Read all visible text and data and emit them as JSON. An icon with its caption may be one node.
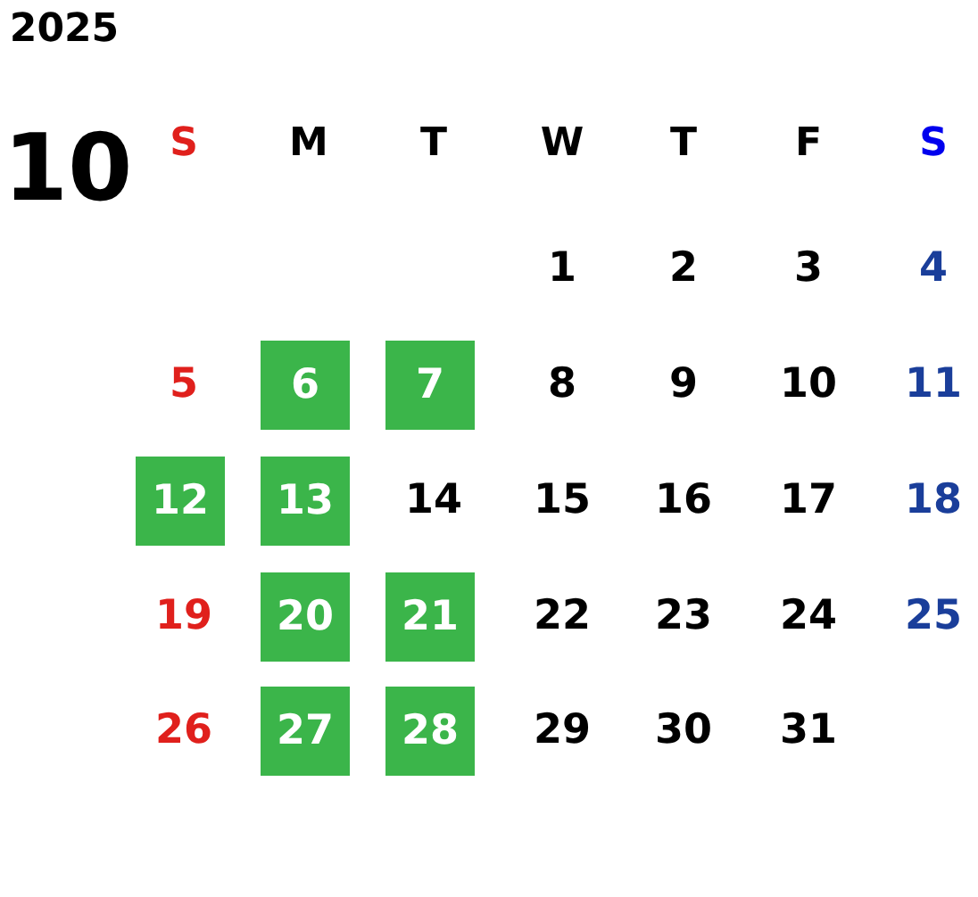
{
  "diagram": {
    "nodes": [
      {
        "text": [
          "6"
        ]
      },
      {
        "text": [
          "7"
        ]
      },
      {
        "text": [
          "12"
        ]
      },
      {
        "text": [
          "13"
        ]
      },
      {
        "text": [
          "20"
        ]
      },
      {
        "text": [
          "21"
        ]
      },
      {
        "text": [
          "27"
        ]
      },
      {
        "text": [
          "28"
        ]
      }
    ],
    "labels": [
      "2025",
      "10",
      "S",
      "M",
      "T",
      "W",
      "T",
      "F",
      "S",
      "1",
      "2",
      "3",
      "4",
      "5",
      "8",
      "9",
      "10",
      "11",
      "14",
      "15",
      "16",
      "17",
      "18",
      "19",
      "22",
      "23",
      "24",
      "25",
      "26",
      "29",
      "30",
      "31"
    ]
  }
}
